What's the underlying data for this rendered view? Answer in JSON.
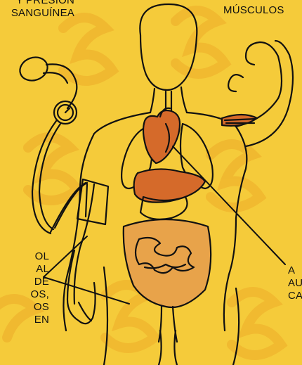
{
  "labels": {
    "blood_pressure": [
      "Y PRESIÓN",
      "SANGUÍNEA"
    ],
    "muscle": [
      "MÚSCULOS"
    ],
    "left_bottom": [
      "OL",
      "AL",
      "DE",
      "OS,",
      "OS",
      "EN"
    ],
    "right_bottom": [
      "A",
      "AU",
      "CA"
    ]
  },
  "colors": {
    "background": "#f5cb3a",
    "watermark": "#f0b530",
    "ink": "#111111"
  },
  "icons": [
    "watermark-logo-icon",
    "sphygmomanometer-icon",
    "human-torso-icon",
    "flexed-arm-icon",
    "heart-icon",
    "intestines-icon"
  ]
}
